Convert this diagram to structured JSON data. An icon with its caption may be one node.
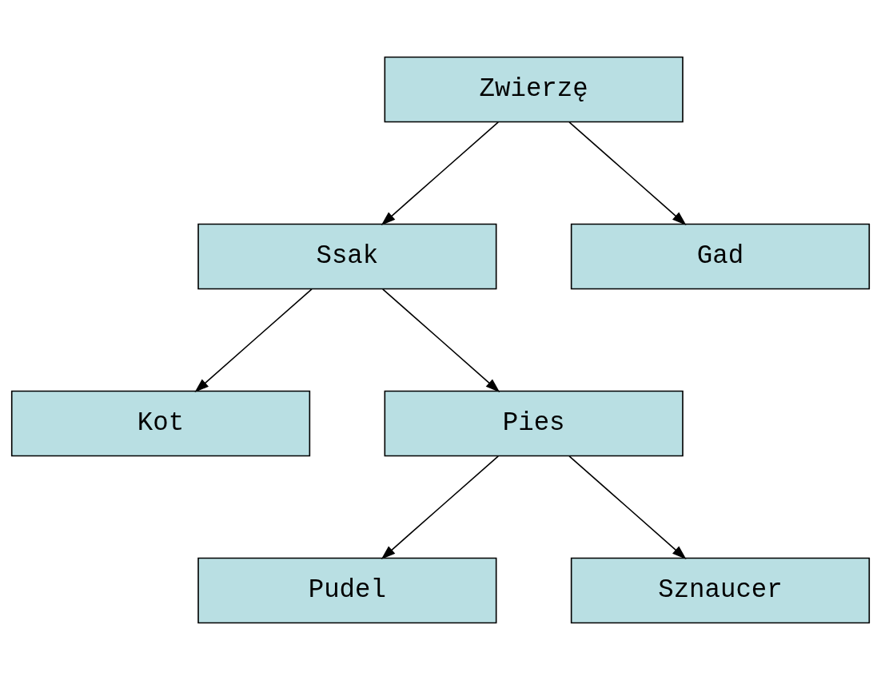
{
  "diagram": {
    "nodes": [
      {
        "text": [
          "Zwierzę"
        ]
      },
      {
        "text": [
          "Ssak"
        ]
      },
      {
        "text": [
          "Gad"
        ]
      },
      {
        "text": [
          "Kot"
        ]
      },
      {
        "text": [
          "Pies"
        ]
      },
      {
        "text": [
          "Pudel"
        ]
      },
      {
        "text": [
          "Sznaucer"
        ]
      }
    ],
    "edges": [
      {
        "from": 0,
        "to": 1,
        "arrow": "to"
      },
      {
        "from": 0,
        "to": 2,
        "arrow": "to"
      },
      {
        "from": 1,
        "to": 3,
        "arrow": "to"
      },
      {
        "from": 1,
        "to": 4,
        "arrow": "to"
      },
      {
        "from": 4,
        "to": 5,
        "arrow": "to"
      },
      {
        "from": 4,
        "to": 6,
        "arrow": "to"
      }
    ]
  }
}
